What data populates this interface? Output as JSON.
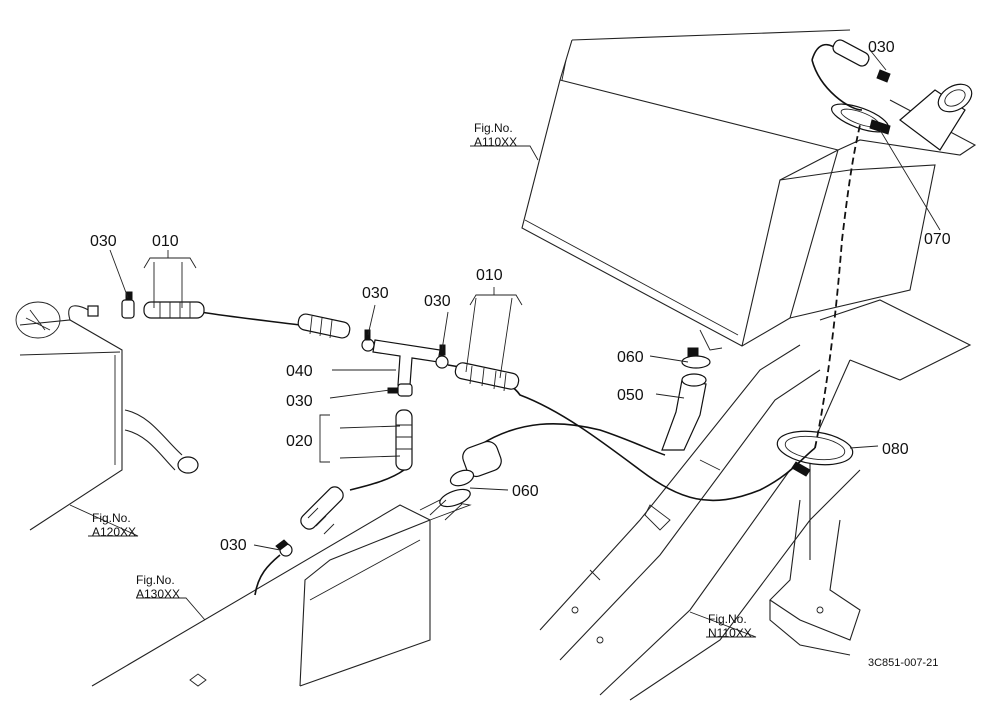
{
  "figure_refs": {
    "a110": {
      "line1": "Fig.No.",
      "line2": "A110XX"
    },
    "a120": {
      "line1": "Fig.No.",
      "line2": "A120XX"
    },
    "a130": {
      "line1": "Fig.No.",
      "line2": "A130XX"
    },
    "n110": {
      "line1": "Fig.No.",
      "line2": "N110XX"
    }
  },
  "callouts": {
    "p030_top_right": "030",
    "p070": "070",
    "p030_left": "030",
    "p010_left": "010",
    "p030_mid": "030",
    "p010_mid": "010",
    "p030_mid2": "030",
    "p040": "040",
    "p030_tee": "030",
    "p020": "020",
    "p060_upper": "060",
    "p050": "050",
    "p080": "080",
    "p060_lower": "060",
    "p030_bottom": "030"
  },
  "drawing_code": "3C851-007-21"
}
